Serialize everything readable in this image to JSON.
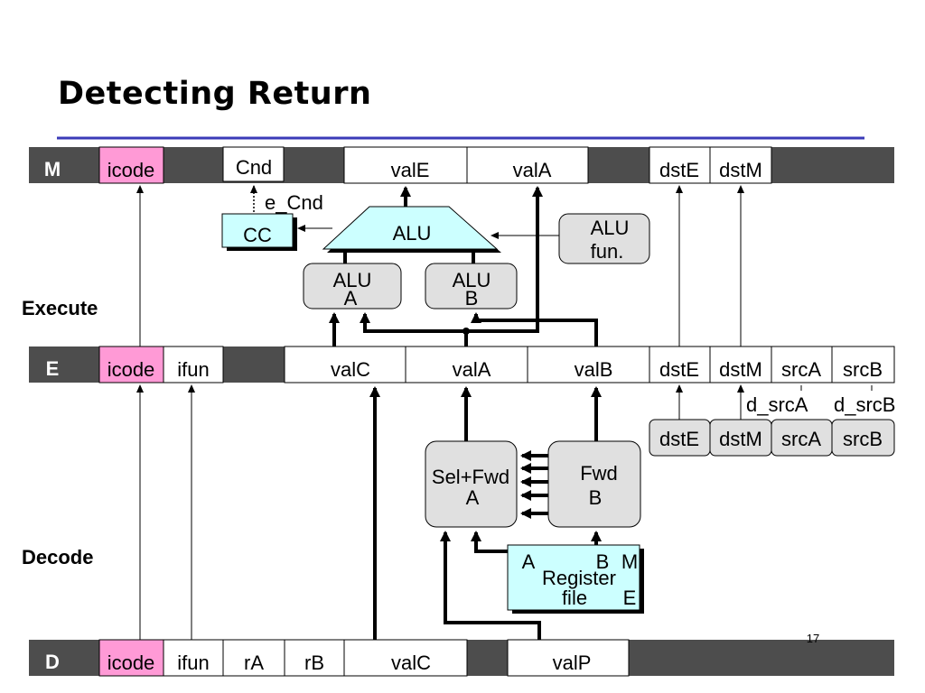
{
  "title": "Detecting Return",
  "page_number": "17",
  "colors": {
    "accent_rule": "#3b3bb8",
    "pipe_gray": "#4d4d4d",
    "icode_pink": "#ff9ad6",
    "unit_cyan": "#ccffff",
    "block_gray": "#e0e0e0"
  },
  "stage_labels": {
    "execute": "Execute",
    "decode": "Decode"
  },
  "m_reg": {
    "name": "M",
    "icode": "icode",
    "cnd": "Cnd",
    "vale": "valE",
    "vala": "valA",
    "dste": "dstE",
    "dstm": "dstM"
  },
  "e_reg": {
    "name": "E",
    "icode": "icode",
    "ifun": "ifun",
    "valc": "valC",
    "vala": "valA",
    "valb": "valB",
    "dste": "dstE",
    "dstm": "dstM",
    "srca": "srcA",
    "srcb": "srcB"
  },
  "d_reg": {
    "name": "D",
    "icode": "icode",
    "ifun": "ifun",
    "ra": "rA",
    "rb": "rB",
    "valc": "valC",
    "valp": "valP"
  },
  "execute": {
    "e_cnd": "e_Cnd",
    "cc": "CC",
    "alu": "ALU",
    "alu_fun_1": "ALU",
    "alu_fun_2": "fun.",
    "alu_a_1": "ALU",
    "alu_a_2": "A",
    "alu_b_1": "ALU",
    "alu_b_2": "B"
  },
  "decode": {
    "d_dste": "dstE",
    "d_dstm": "dstM",
    "d_srca": "srcA",
    "d_srcb": "srcB",
    "sig_d_srca": "d_srcA",
    "sig_d_srcb": "d_srcB",
    "sel_fwd_1": "Sel+Fwd",
    "sel_fwd_2": "A",
    "fwd_b_1": "Fwd",
    "fwd_b_2": "B",
    "reg_port_a": "A",
    "reg_port_b": "B",
    "reg_port_m": "M",
    "reg_port_e": "E",
    "reg_label_1": "Register",
    "reg_label_2": "file"
  }
}
